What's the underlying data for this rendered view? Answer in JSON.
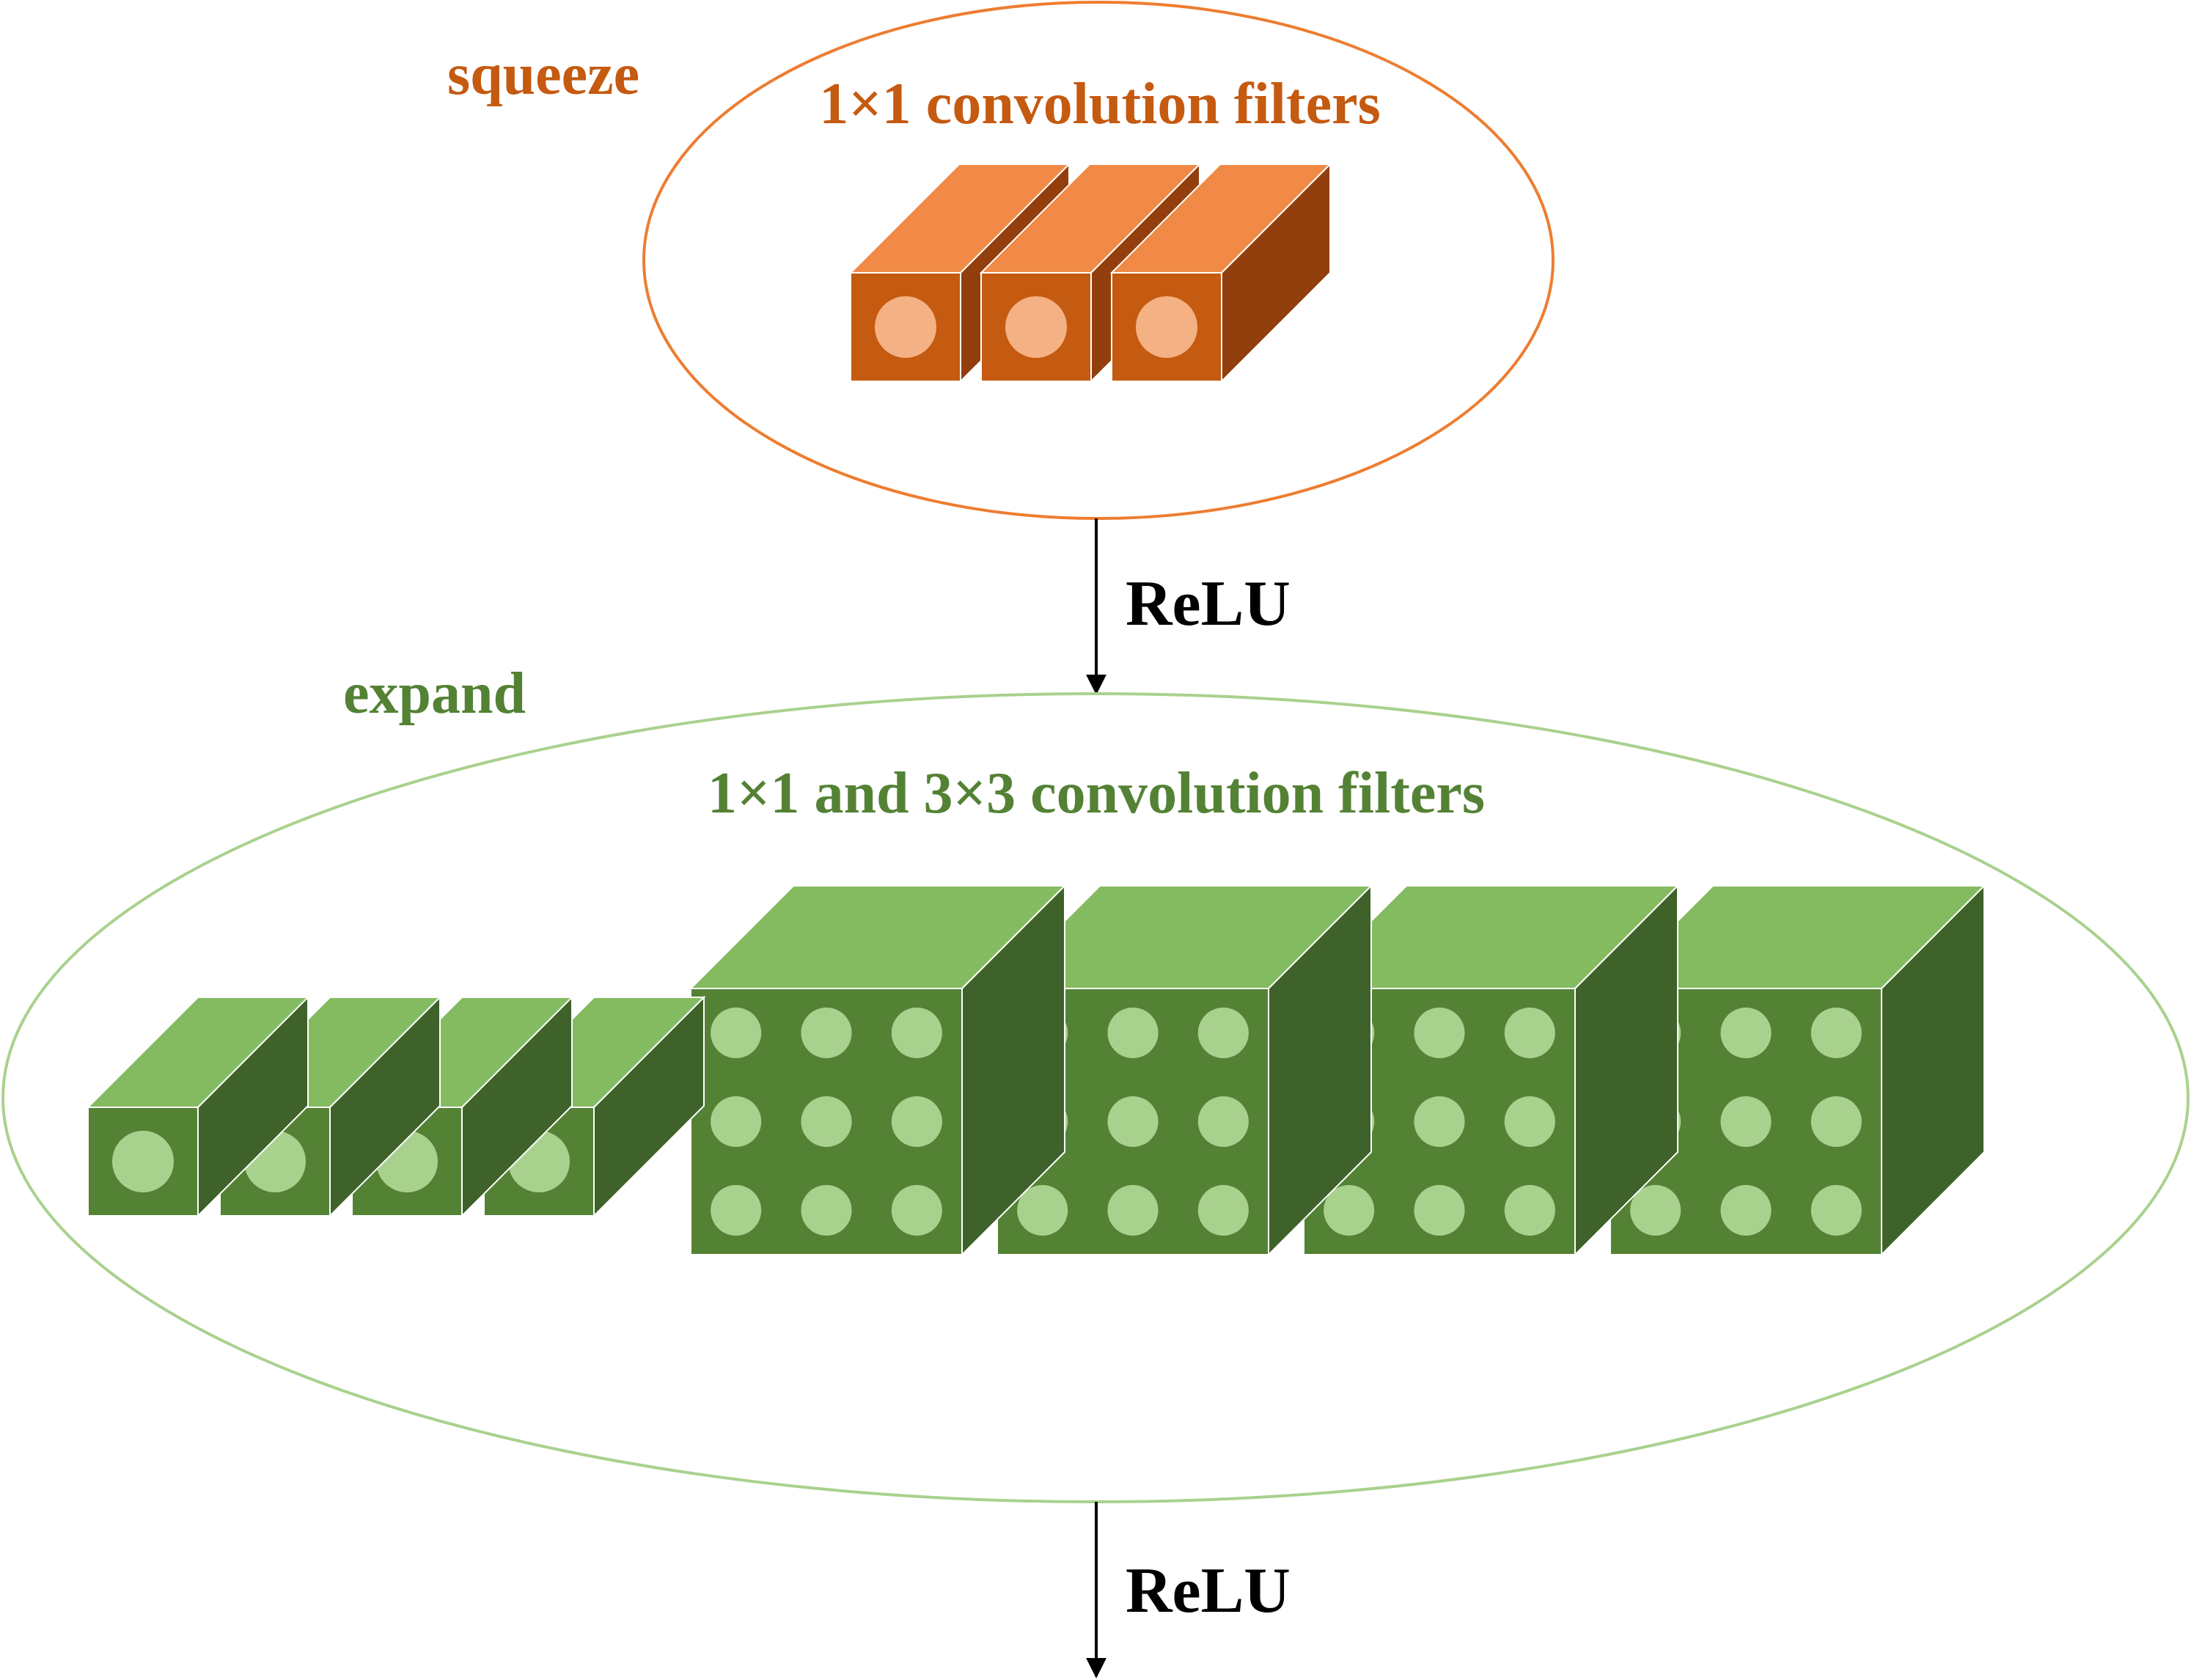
{
  "squeeze": {
    "label": "squeeze",
    "title": "1×1 convolution filters",
    "filter_count": 3,
    "colors": {
      "outline": "#ED7D31",
      "text": "#C55A11",
      "front": "#C55A11",
      "top": "#F08A46",
      "side": "#933F0D",
      "dot": "#F4B183",
      "edge": "#ffffff"
    }
  },
  "expand": {
    "label": "expand",
    "title": "1×1 and 3×3 convolution filters",
    "filters_1x1_count": 4,
    "filters_3x3_count": 4,
    "colors": {
      "outline": "#A9D18E",
      "text": "#548235",
      "front": "#548235",
      "top": "#84BB60",
      "side": "#3E622A",
      "dot": "#A9D18E",
      "edge": "#ffffff"
    }
  },
  "arrows": [
    {
      "label": "ReLU"
    },
    {
      "label": "ReLU"
    }
  ],
  "colors": {
    "arrow": "#000000",
    "background": "#ffffff"
  }
}
